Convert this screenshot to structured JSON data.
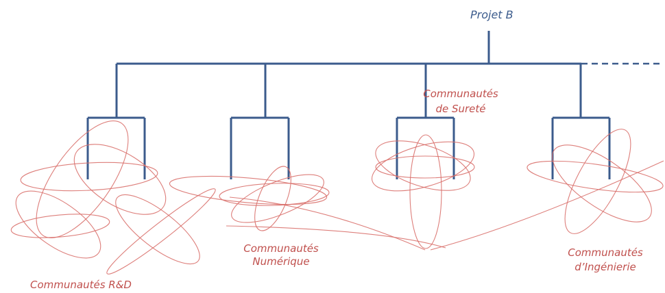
{
  "root": {
    "label": "Projet B"
  },
  "communities": [
    {
      "label": "Communautés R&D"
    },
    {
      "label": "Communautés Numérique"
    },
    {
      "label": "Communautés de Sureté"
    },
    {
      "label": "Communautés d’Ingénierie"
    }
  ],
  "colors": {
    "tree": "#3b5b8c",
    "community": "#c0504d",
    "loops": "#d9706b"
  }
}
